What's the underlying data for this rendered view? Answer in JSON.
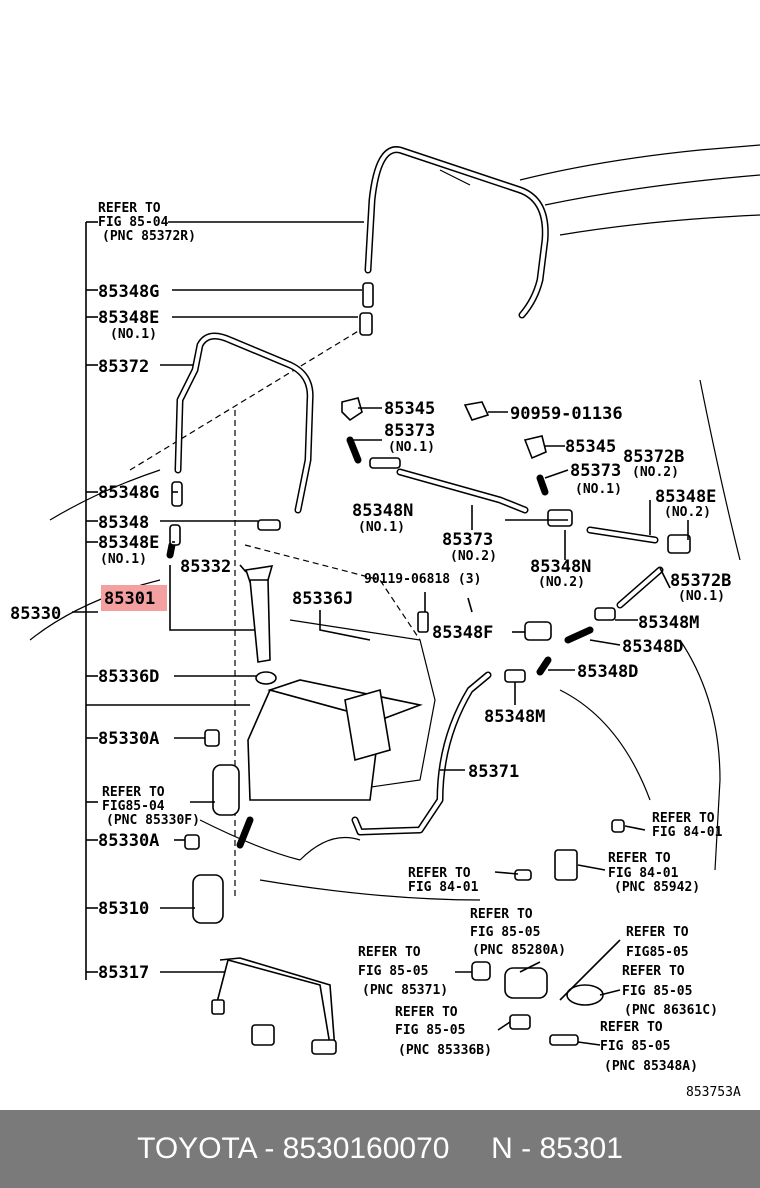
{
  "labels": {
    "refer_fig8504": "REFER TO",
    "refer_fig8504_b": "FIG 85-04",
    "refer_fig8504_c": "(PNC 85372R)",
    "l85348g_top": "85348G",
    "l85348e_top": "85348E",
    "no1_a": "(NO.1)",
    "l85372": "85372",
    "l85345_a": "85345",
    "l90959": "90959-01136",
    "l85373_a": "85373",
    "no1_b": "(NO.1)",
    "l85345_b": "85345",
    "l85372b_top": "85372B",
    "no2_a": "(NO.2)",
    "l85373_b": "85373",
    "no1_c": "(NO.1)",
    "l85348g_mid": "85348G",
    "l85348e_right": "85348E",
    "no2_b": "(NO.2)",
    "l85348n_a": "85348N",
    "no1_d": "(NO.1)",
    "l85348": "85348",
    "l85373_c": "85373",
    "no2_c": "(NO.2)",
    "l85348e_left": "85348E",
    "no1_e": "(NO.1)",
    "l85332": "85332",
    "l85348n_b": "85348N",
    "no2_d": "(NO.2)",
    "l85372b_right": "85372B",
    "no1_f": "(NO.1)",
    "l90119": "90119-06818 (3)",
    "l85301": "85301",
    "l85330": "85330",
    "l85336j": "85336J",
    "l85348f": "85348F",
    "l85348m_a": "85348M",
    "l85348d_a": "85348D",
    "l85336d": "85336D",
    "l85348d_b": "85348D",
    "l85348m_b": "85348M",
    "l85330a_a": "85330A",
    "l85371": "85371",
    "refer2_a": "REFER TO",
    "refer2_b": "FIG85-04",
    "refer2_c": "(PNC 85330F)",
    "refer3_a": "REFER TO",
    "refer3_b": "FIG 84-01",
    "l85330a_b": "85330A",
    "refer4_a": "REFER TO",
    "refer4_b": "FIG 84-01",
    "refer5_a": "REFER TO",
    "refer5_b": "FIG 84-01",
    "refer5_c": "(PNC 85942)",
    "l85310": "85310",
    "refer6_a": "REFER TO",
    "refer6_b": "FIG 85-05",
    "refer6_c": "(PNC 85280A)",
    "refer7_a": "REFER TO",
    "refer7_b": "FIG85-05",
    "l85317": "85317",
    "refer8_a": "REFER TO",
    "refer8_b": "FIG 85-05",
    "refer8_c": "(PNC 85371)",
    "refer9_a": "REFER TO",
    "refer9_b": "FIG 85-05",
    "refer9_c": "(PNC 86361C)",
    "refer10_a": "REFER TO",
    "refer10_b": "FIG 85-05",
    "refer10_c": "(PNC 85336B)",
    "refer11_a": "REFER TO",
    "refer11_b": "FIG 85-05",
    "refer11_c": "(PNC 85348A)",
    "code": "853753A"
  },
  "highlight_color": "#f4a0a0",
  "footer": {
    "text": "TOYOTA - 8530160070     N - 85301"
  }
}
